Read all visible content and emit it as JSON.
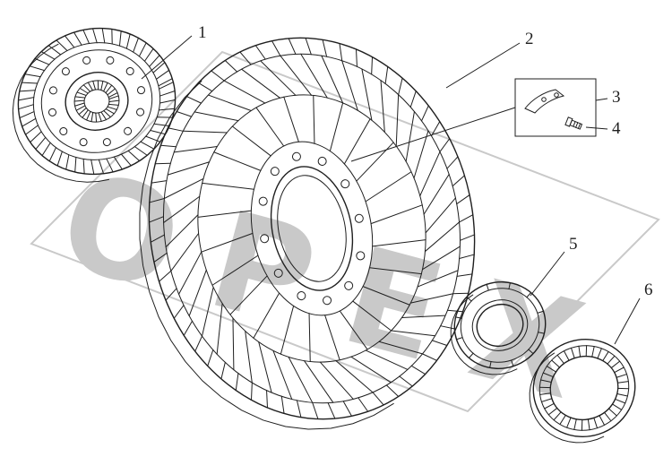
{
  "diagram": {
    "background": "#ffffff",
    "line_color": "#1f1f1f",
    "watermark": {
      "text": "OPEX",
      "color": "#c9c9c9"
    },
    "callouts": [
      {
        "label": "1"
      },
      {
        "label": "2"
      },
      {
        "label": "3"
      },
      {
        "label": "4"
      },
      {
        "label": "5"
      },
      {
        "label": "6"
      }
    ]
  }
}
